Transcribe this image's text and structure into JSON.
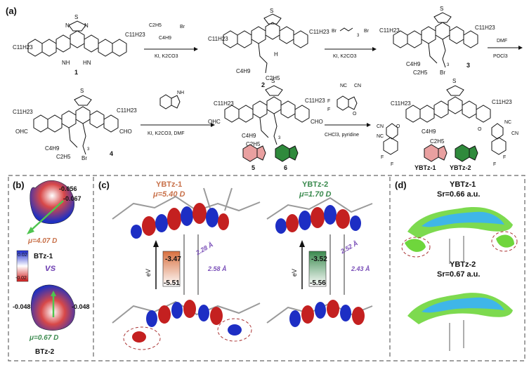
{
  "panel_a": {
    "label": "(a)",
    "compounds": [
      "1",
      "2",
      "3",
      "4",
      "5",
      "6",
      "YBTz-1",
      "YBTz-2"
    ],
    "chain_c11": "C11H23",
    "chain_c4": "C4H9",
    "chain_c2": "C2H5",
    "atoms": {
      "S": "S",
      "N": "N",
      "NH": "NH",
      "HN": "HN",
      "OHC": "OHC",
      "CHO": "CHO",
      "Br": "Br",
      "CN": "CN",
      "NC": "NC",
      "F": "F",
      "O": "O",
      "H": "H"
    },
    "step1": {
      "reagent_line1": "C2H5",
      "reagent_line2": "C4H9",
      "reagent_br": "Br",
      "conditions": "KI, K2CO3"
    },
    "step2": {
      "reagent_br_left": "Br",
      "reagent_br_right": "Br",
      "subscript": "3",
      "conditions": "KI, K2CO3"
    },
    "step3": {
      "reagent": "DMF",
      "conditions": "POCl3"
    },
    "step4": {
      "conditions": "KI, K2CO3, DMF"
    },
    "step5": {
      "conditions": "CHCl3, pyridine"
    },
    "subscript_small": "3"
  },
  "panel_b": {
    "label": "(b)",
    "btz1": {
      "name": "BTz-1",
      "charge_top": "-0.056",
      "charge_mid": "-0.067",
      "dipole": "μ=4.07 D"
    },
    "btz2": {
      "name": "BTz-2",
      "charge_left": "-0.048",
      "charge_right": "-0.048",
      "dipole": "μ=0.67 D"
    },
    "scale_max": "0.02",
    "scale_min": "-0.02",
    "vs": "vs"
  },
  "panel_c": {
    "label": "(c)",
    "ybtz1": {
      "name": "YBTz-1",
      "dipole": "μ=5.40 D",
      "lumo": "-3.47",
      "homo": "-5.51",
      "dist1": "2.28 Å",
      "dist2": "2.58 Å"
    },
    "ybtz2": {
      "name": "YBTz-2",
      "dipole": "μ=1.70 D",
      "lumo": "-3.52",
      "homo": "-5.56",
      "dist1": "2.52 Å",
      "dist2": "2.43 Å"
    },
    "axis": "eV"
  },
  "panel_d": {
    "label": "(d)",
    "ybtz1": {
      "name": "YBTz-1",
      "sr": "Sr=0.66 a.u."
    },
    "ybtz2": {
      "name": "YBTz-2",
      "sr": "Sr=0.67 a.u."
    }
  },
  "colors": {
    "orange": "#c8714a",
    "green": "#3a8a4e",
    "purple": "#7a4fb8",
    "lobe_red": "#c42020",
    "lobe_blue": "#1d2ec4",
    "iso_green": "#6fd63c",
    "iso_cyan": "#3fb6e8",
    "benzo_red": "#e9a0a0",
    "benzo_green": "#2f8a3c"
  }
}
